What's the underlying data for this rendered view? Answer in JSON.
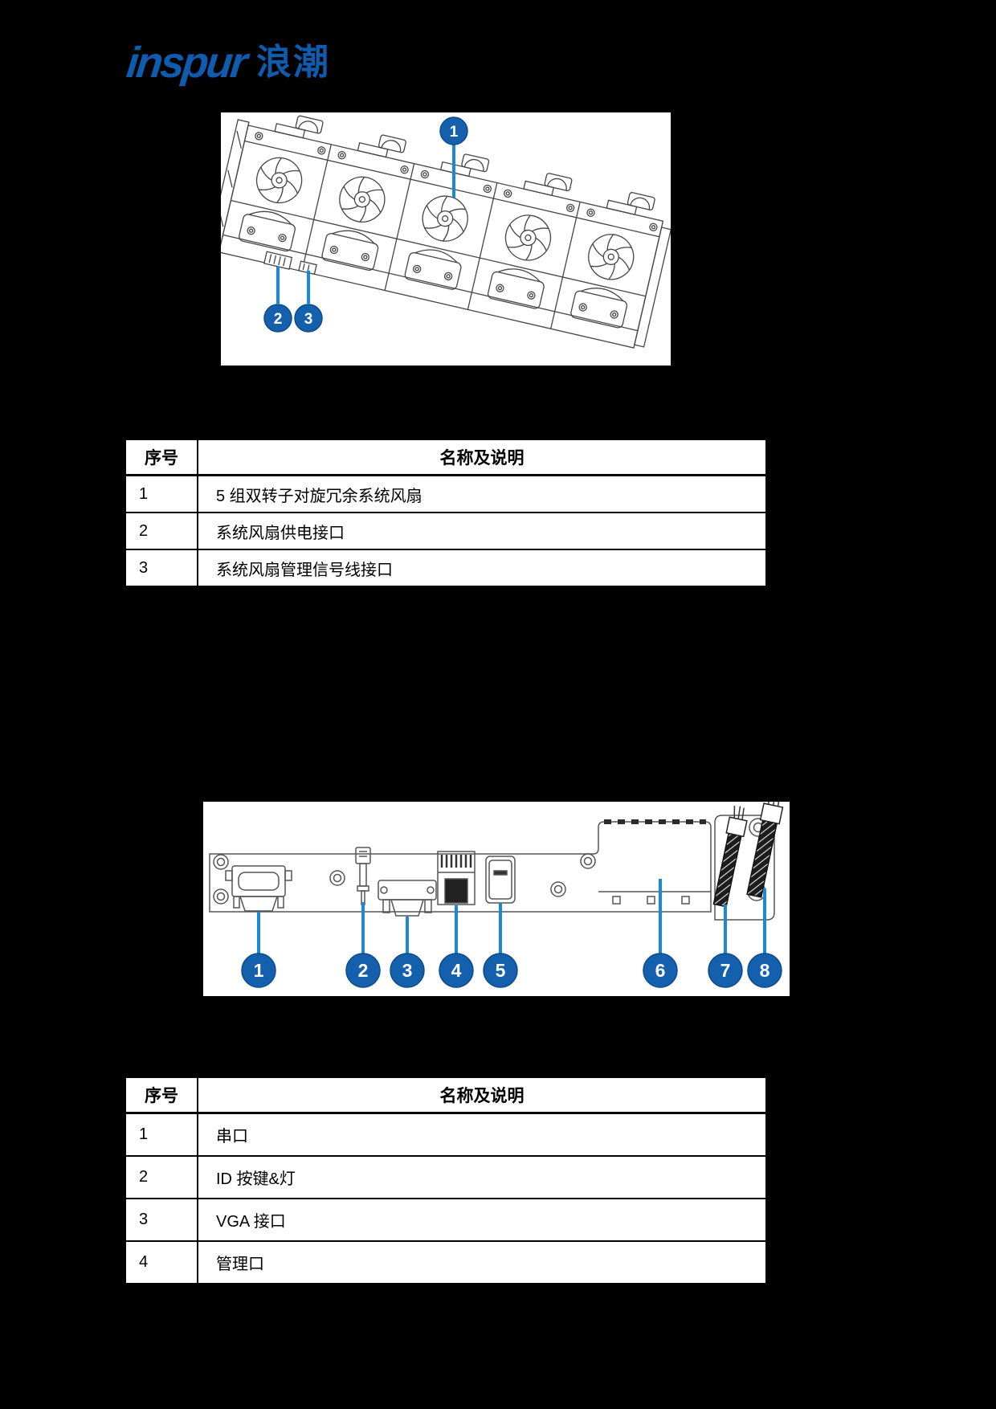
{
  "logo": {
    "brand": "inspur",
    "cjk": "浪潮",
    "color": "#0f5bad"
  },
  "figure1": {
    "description": "isometric line drawing of 5-group dual-rotor system fan module",
    "callouts": [
      {
        "label": "1"
      },
      {
        "label": "2"
      },
      {
        "label": "3"
      }
    ]
  },
  "table1": {
    "headers": {
      "no": "序号",
      "desc": "名称及说明"
    },
    "rows": [
      {
        "no": "1",
        "desc": "5 组双转子对旋冗余系统风扇"
      },
      {
        "no": "2",
        "desc": "系统风扇供电接口"
      },
      {
        "no": "3",
        "desc": "系统风扇管理信号线接口"
      }
    ]
  },
  "figure2": {
    "description": "line drawing of rear I/O panel with serial, ID button, VGA, management port, USB, module bay and cables",
    "callouts": [
      {
        "label": "1"
      },
      {
        "label": "2"
      },
      {
        "label": "3"
      },
      {
        "label": "4"
      },
      {
        "label": "5"
      },
      {
        "label": "6"
      },
      {
        "label": "7"
      },
      {
        "label": "8"
      }
    ]
  },
  "table2": {
    "headers": {
      "no": "序号",
      "desc": "名称及说明"
    },
    "rows": [
      {
        "no": "1",
        "desc": "串口"
      },
      {
        "no": "2",
        "desc": "ID 按键&灯"
      },
      {
        "no": "3",
        "desc": "VGA 接口"
      },
      {
        "no": "4",
        "desc": "管理口"
      }
    ]
  },
  "colors": {
    "page_background": "#000000",
    "content_background": "#ffffff",
    "callout_fill": "#1460ac",
    "callout_line": "#1e88d2",
    "logo_blue": "#0f5bad",
    "table_border": "#000000"
  }
}
